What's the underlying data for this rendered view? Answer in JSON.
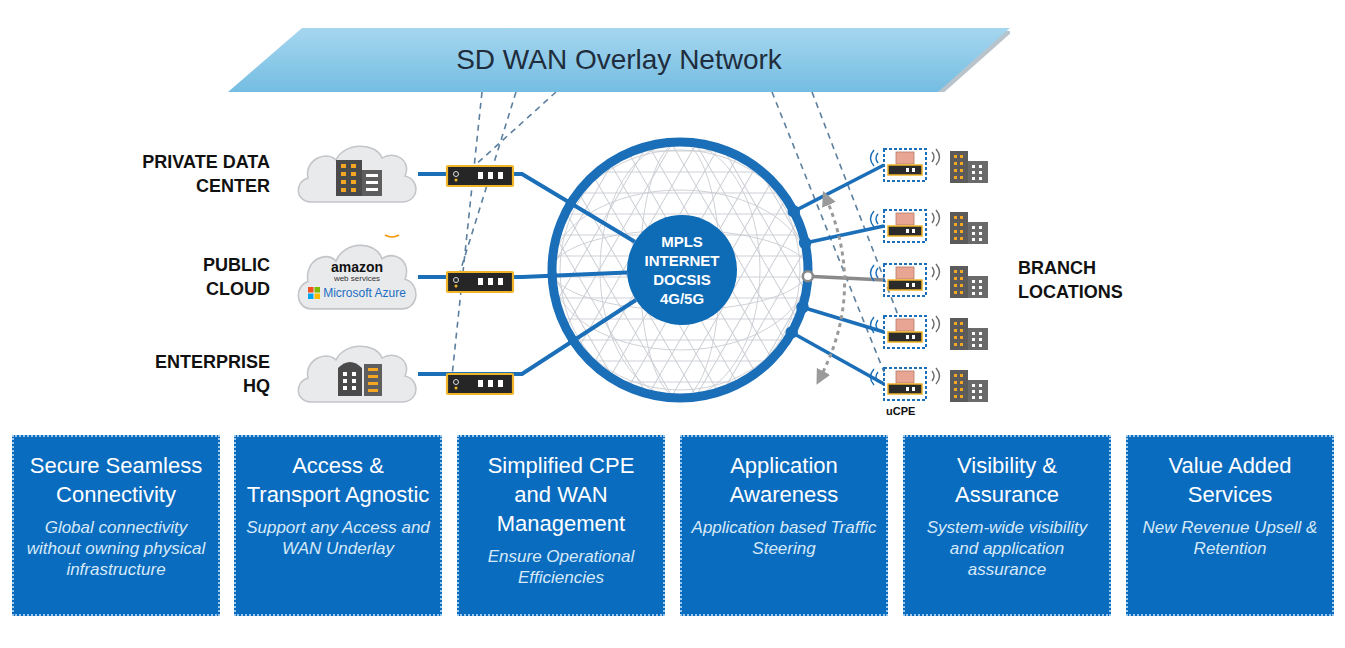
{
  "diagram": {
    "nodes": [
      {
        "text": [
          "SD WAN Overlay Network"
        ]
      },
      {
        "text": [
          "PRIVATE DATA CENTER"
        ]
      },
      {
        "text": [
          "PUBLIC CLOUD",
          "amazon",
          "web services",
          "Microsoft Azure"
        ]
      },
      {
        "text": [
          "ENTERPRISE HQ"
        ]
      },
      {
        "text": [
          "MPLS INTERNET DOCSIS 4G/5G"
        ]
      },
      {
        "text": [
          "Secure Seamless Connectivity",
          "Global connectivity without owning physical infrastructure"
        ]
      },
      {
        "text": [
          "Access & Transport Agnostic",
          "Support any Access and WAN Underlay"
        ]
      },
      {
        "text": [
          "Simplified CPE and WAN Management",
          "Ensure Operational Efficiencies"
        ]
      },
      {
        "text": [
          "Application Awareness",
          "Application based Traffic Steering"
        ]
      },
      {
        "text": [
          "Visibility & Assurance",
          "System-wide visibility and application assurance"
        ]
      },
      {
        "text": [
          "Value Added Services",
          "New Revenue Upsell & Retention"
        ]
      }
    ],
    "edges": [
      {
        "from": 1,
        "to": 4,
        "arrow": "none"
      },
      {
        "from": 2,
        "to": 4,
        "arrow": "none"
      },
      {
        "from": 3,
        "to": 4,
        "arrow": "none"
      }
    ],
    "labels": [
      "BRANCH LOCATIONS",
      "uCPE"
    ]
  }
}
